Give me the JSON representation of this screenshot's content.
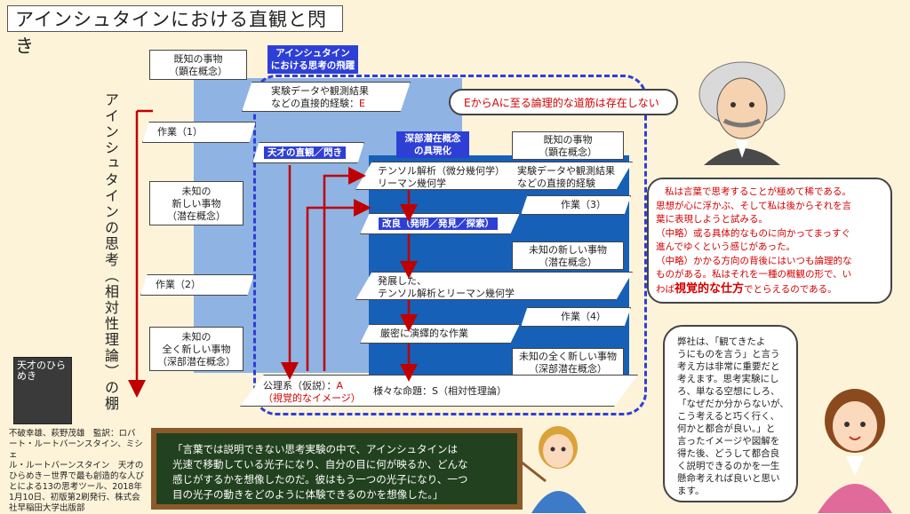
{
  "title": "アインシュタインにおける直観と閃き",
  "vertical_title": "アインシュタインの思考（相対性理論）の棚",
  "left_column": {
    "known": [
      "既知の事物",
      "（顕在概念）"
    ],
    "work1": "作業（1）",
    "unknown": [
      "未知の",
      "新しい事物",
      "（潜在概念）"
    ],
    "work2": "作業（2）",
    "fully_unknown": [
      "未知の",
      "全く新しい事物",
      "（深部潜在概念）"
    ]
  },
  "tags": {
    "leap": [
      "アインシュタイン",
      "における思考の飛躍"
    ],
    "intuition": "天才の直観／閃き",
    "deep": [
      "深部潜在概念",
      "の具現化"
    ],
    "improve": "改良（発明／発見／探索）"
  },
  "middle": {
    "experience": [
      "実験データや観測結果",
      "などの直接的経験："
    ],
    "experience_letter": "E",
    "axiom": "公理系（仮説）：",
    "axiom_letter": "A",
    "visual_image": "（視覚的なイメージ）"
  },
  "right_column": {
    "known": [
      "既知の事物",
      "（顕在概念）"
    ],
    "tensor": [
      "テンソル解析（微分幾何学）",
      "リーマン幾何学"
    ],
    "experience": [
      "実験データや観測結果",
      "などの直接的経験"
    ],
    "work3": "作業（3）",
    "unknown": [
      "未知の新しい事物",
      "（潜在概念）"
    ],
    "developed": [
      "発展した、",
      "テンソル解析とリーマン幾何学"
    ],
    "work4": "作業（4）",
    "rigorous": "厳密に演繹的な作業",
    "fully_unknown": [
      "未知の全く新しい事物",
      "（深部潜在概念）"
    ],
    "propositions": "様々な命題：S（相対性理論）"
  },
  "speech_top": "EからAに至る論理的な道筋は存在しない",
  "einstein_quote": {
    "lines": [
      "私は言葉で思考することが極めて稀である。",
      "思想が心に浮かぶ、そして私は後からそれを言",
      "葉に表現しようと試みる。",
      "（中略）或る具体的なものに向かってまっすぐ",
      "進んでゆくという感じがあった。",
      "（中略）かかる方向の背後にはいつも論理的な",
      "ものがある。私はそれを一種の概観の形で、い"
    ],
    "last_pre": "わば",
    "last_bold": "視覚的な仕方",
    "last_post": "でとらえるのである。"
  },
  "company_note": [
    "弊社は、「観てきたよ",
    "うにものを言う」と言う",
    "考え方は非常に重要だと",
    "考えます。思考実験にし",
    "ろ、単なる空想にしろ、",
    "「なぜだか分からないが、",
    "こう考えると巧く行く、",
    "何かと都合が良い。」と",
    "言ったイメージや図解を",
    "得た後、どうして都合良",
    "く説明できるのかを一生",
    "懸命考えれば良いと思い",
    "ます。"
  ],
  "blackboard": [
    "「言葉では説明できない思考実験の中で、アインシュタインは",
    "光速で移動している光子になり、自分の目に何が映るか、どんな",
    "感じがするかを想像したのだ。彼はもう一つの光子になり、一つ",
    "目の光子の動きをどのように体験できるのかを想像した。」"
  ],
  "book": {
    "cover_title": "天才のひらめき",
    "citation": [
      "不破幸雄、萩野茂雄　監訳：ロバ",
      "ート・ルートバーンスタイン、ミシェ",
      "ル・ルートバーンスタイン　天才の",
      "ひらめき－世界で最も創造的な人び",
      "とによる13の思考ツール、2018年",
      "1月10日、初版第2刷発行、株式会",
      "社早稲田大学出版部"
    ]
  },
  "colors": {
    "blue_light": "#8fb3e3",
    "blue_dark": "#1660b8",
    "tag_blue": "#2e3fd6",
    "red": "#d40000",
    "board": "#22421f"
  }
}
